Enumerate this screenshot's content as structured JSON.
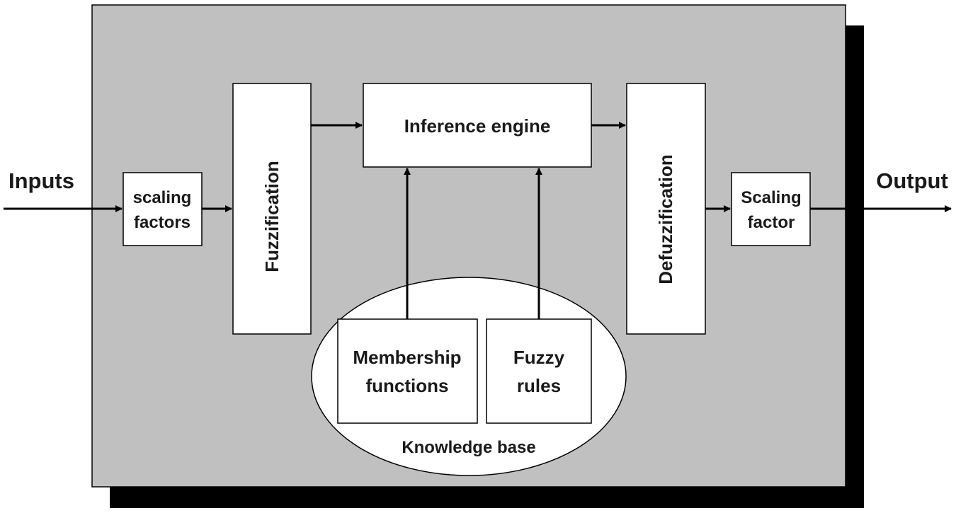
{
  "labels": {
    "inputs": "Inputs",
    "output": "Output",
    "knowledge_base": "Knowledge base"
  },
  "blocks": {
    "scaling_factors": {
      "line1": "scaling",
      "line2": "factors"
    },
    "fuzzification": "Fuzzification",
    "inference_engine": "Inference engine",
    "defuzzification": "Defuzzification",
    "scaling_factor": {
      "line1": "Scaling",
      "line2": "factor"
    },
    "membership_functions": {
      "line1": "Membership",
      "line2": "functions"
    },
    "fuzzy_rules": {
      "line1": "Fuzzy",
      "line2": "rules"
    }
  },
  "colors": {
    "panel": "#c0c0c0",
    "shadow": "#000000",
    "block_fill": "#ffffff",
    "stroke": "#000000",
    "text": "#1a1a1a"
  }
}
